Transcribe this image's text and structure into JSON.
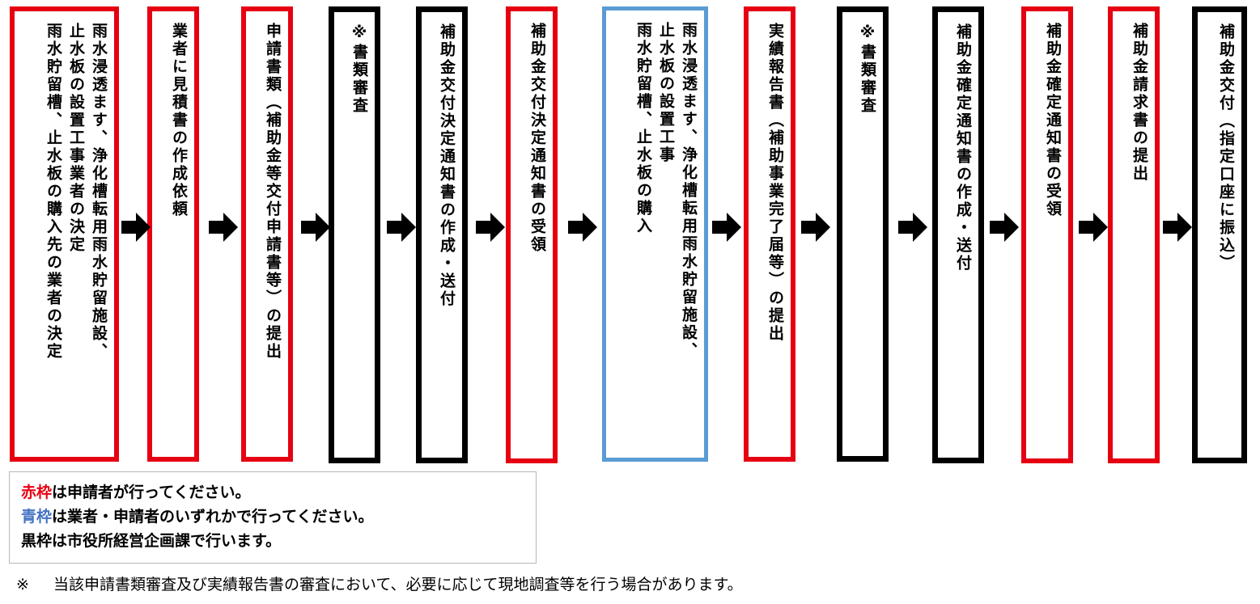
{
  "boxes": [
    {
      "lines": [
        "雨水浸透ます、浄化槽転用雨水貯留施設、",
        "止水板の設置工事業者の決定",
        "雨水貯留槽、止水板の購入先の業者の決定"
      ]
    },
    {
      "lines": [
        "業者に見積書の作成依頼"
      ]
    },
    {
      "lines": [
        "申請書類（補助金等交付申請書等）の提出"
      ]
    },
    {
      "lines": [
        "※書類審査"
      ]
    },
    {
      "lines": [
        "補助金交付決定通知書の作成・送付"
      ]
    },
    {
      "lines": [
        "補助金交付決定通知書の受領"
      ]
    },
    {
      "lines": [
        "雨水浸透ます、浄化槽転用雨水貯留施設、",
        "止水板の設置工事",
        "雨水貯留槽、止水板の購入"
      ]
    },
    {
      "lines": [
        "実績報告書（補助事業完了届等）の提出"
      ]
    },
    {
      "lines": [
        "※書類審査"
      ]
    },
    {
      "lines": [
        "補助金確定通知書の作成・送付"
      ]
    },
    {
      "lines": [
        "補助金確定通知書の受領"
      ]
    },
    {
      "lines": [
        "補助金請求書の提出"
      ]
    },
    {
      "lines": [
        "補助金交付（指定口座に振込）"
      ]
    }
  ],
  "legend": {
    "red_keyword": "赤枠",
    "red_text": "は申請者が行ってください。",
    "blue_keyword": "青枠",
    "blue_text": "は業者・申請者のいずれかで行ってください。",
    "black_keyword": "黒枠",
    "black_text": "は市役所経営企画課で行います。"
  },
  "note": {
    "mark": "※",
    "text": "当該申請書類審査及び実績報告書の審査において、必要に応じて現地調査等を行う場合があります。"
  },
  "colors": {
    "red": "#e60012",
    "blue": "#5b9bd5",
    "black": "#000000"
  }
}
